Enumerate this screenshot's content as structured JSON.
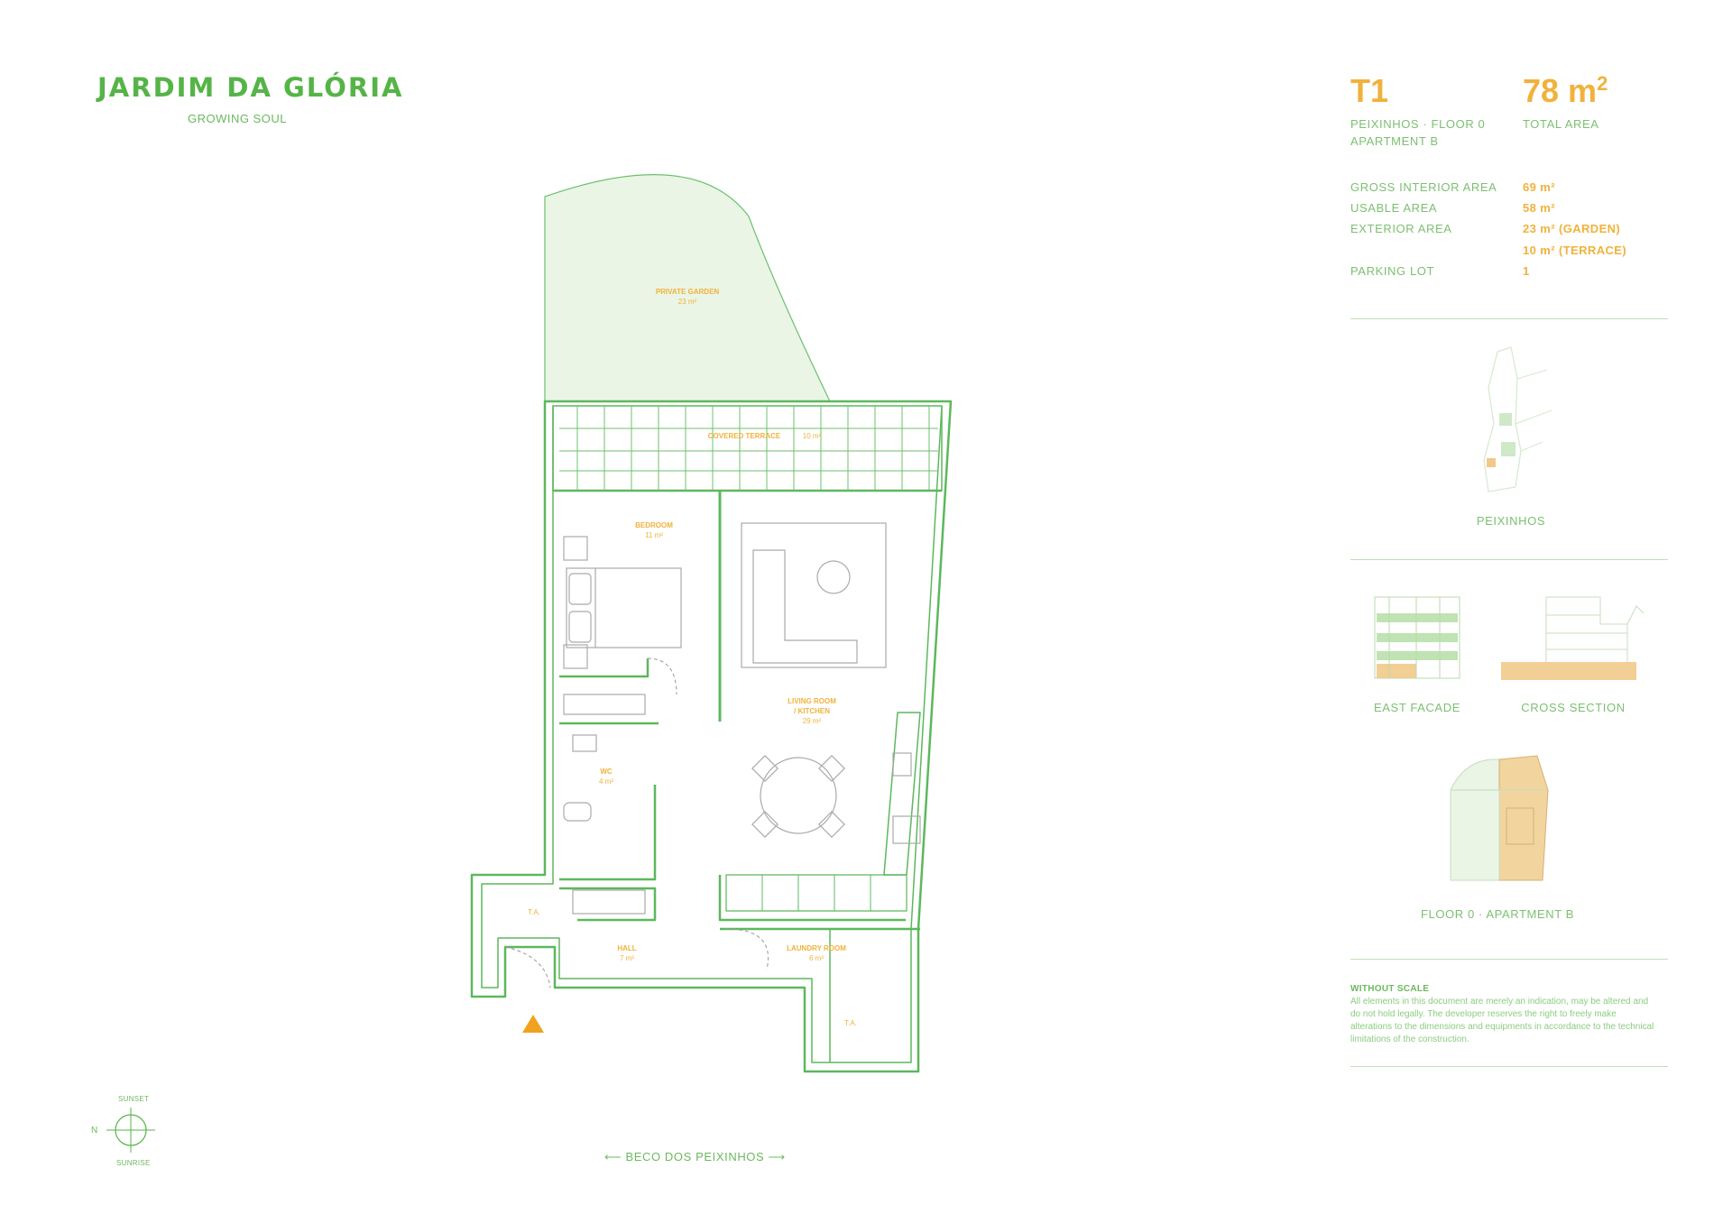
{
  "brand": {
    "logo": "JARDIM DA GLÓRIA",
    "tagline": "GROWING SOUL"
  },
  "unit": {
    "type": "T1",
    "area": "78 m",
    "area_sup": "2",
    "location_line1": "PEIXINHOS · FLOOR 0",
    "location_line2": "APARTMENT B",
    "area_label": "TOTAL AREA"
  },
  "specs": [
    {
      "label": "GROSS INTERIOR AREA",
      "value": "69 m²"
    },
    {
      "label": "USABLE AREA",
      "value": "58 m²"
    },
    {
      "label": "EXTERIOR AREA",
      "value": "23 m² (GARDEN)"
    },
    {
      "label": "",
      "value": "10 m² (TERRACE)"
    },
    {
      "label": "PARKING LOT",
      "value": "1"
    }
  ],
  "thumbnails": {
    "site": "PEIXINHOS",
    "east_facade": "EAST FACADE",
    "cross_section": "CROSS SECTION",
    "floor_plan": "FLOOR 0 · APARTMENT B"
  },
  "disclaimer": {
    "title": "WITHOUT SCALE",
    "body": "All elements in this document are merely an indication, may be altered and do not hold legally. The developer reserves the right to freely make alterations to the dimensions and equipments in accordance to the technical limitations of the construction."
  },
  "rooms": {
    "garden_name": "PRIVATE GARDEN",
    "garden_area": "23 m²",
    "terrace_name": "COVERED TERRACE",
    "terrace_area": "10 m²",
    "bedroom_name": "BEDROOM",
    "bedroom_area": "11 m²",
    "living_name1": "LIVING ROOM",
    "living_name2": "/ KITCHEN",
    "living_area": "29 m²",
    "wc_name": "WC",
    "wc_area": "4 m²",
    "hall_name": "HALL",
    "hall_area": "7 m²",
    "laundry_name": "LAUNDRY ROOM",
    "laundry_area": "6 m²",
    "ta_1": "T.A.",
    "ta_2": "T.A."
  },
  "street": "BECO DOS PEIXINHOS",
  "compass": {
    "top": "SUNSET",
    "bottom": "SUNRISE",
    "left": "N"
  },
  "colors": {
    "green": "#55b447",
    "orange": "#f0b23c",
    "garden_fill": "#eaf5e6"
  }
}
